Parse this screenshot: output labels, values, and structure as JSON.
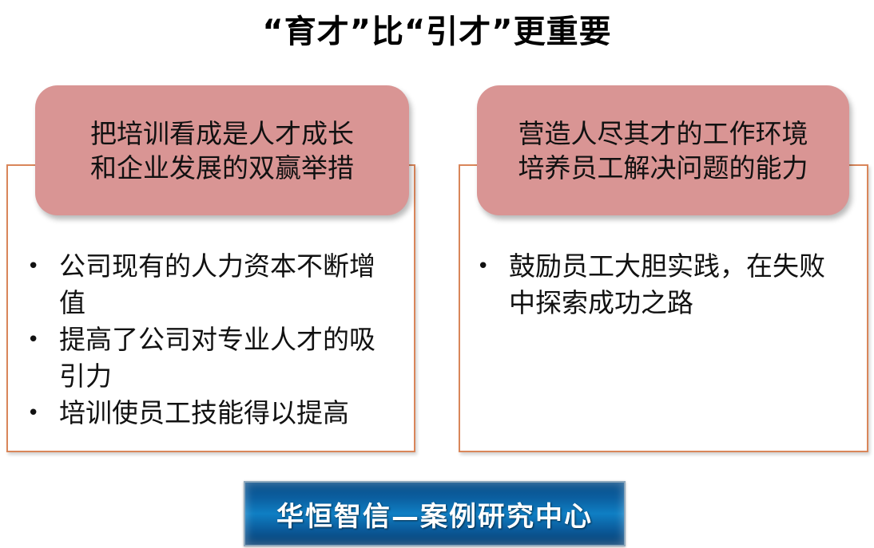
{
  "title": "“育才”比“引才”更重要",
  "left_card": {
    "heading_line1": "把培训看成是人才成长",
    "heading_line2": "和企业发展的双赢举措",
    "bullets": [
      "公司现有的人力资本不断增值",
      "提高了公司对专业人才的吸引力",
      "培训使员工技能得以提高"
    ]
  },
  "right_card": {
    "heading_line1": "营造人尽其才的工作环境",
    "heading_line2": "培养员工解决问题的能力",
    "bullets": [
      "鼓励员工大胆实践，在失败中探索成功之路"
    ]
  },
  "bullet_symbol": "•",
  "footer_banner": "华恒智信—案例研究中心",
  "colors": {
    "header_fill": "#d99594",
    "panel_border": "#d9865a",
    "banner_blue": "#0b5fa0"
  }
}
